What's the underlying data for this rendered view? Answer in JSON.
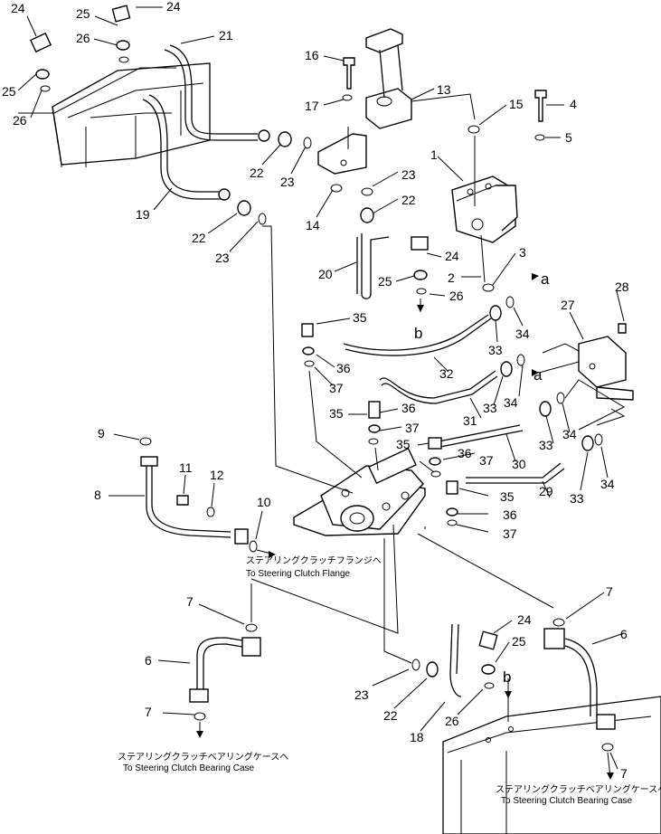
{
  "callouts": [
    {
      "text": "24"
    },
    {
      "text": "25"
    },
    {
      "text": "24"
    },
    {
      "text": "26"
    },
    {
      "text": "21"
    },
    {
      "text": "25"
    },
    {
      "text": "26"
    },
    {
      "text": "16"
    },
    {
      "text": "13"
    },
    {
      "text": "17"
    },
    {
      "text": "15"
    },
    {
      "text": "4"
    },
    {
      "text": "5"
    },
    {
      "text": "1"
    },
    {
      "text": "22"
    },
    {
      "text": "23"
    },
    {
      "text": "23"
    },
    {
      "text": "19"
    },
    {
      "text": "14"
    },
    {
      "text": "22"
    },
    {
      "text": "22"
    },
    {
      "text": "23"
    },
    {
      "text": "24"
    },
    {
      "text": "3"
    },
    {
      "text": "20"
    },
    {
      "text": "2"
    },
    {
      "text": "25"
    },
    {
      "text": "26"
    },
    {
      "text": "28"
    },
    {
      "text": "27"
    },
    {
      "text": "35"
    },
    {
      "text": "33"
    },
    {
      "text": "34"
    },
    {
      "text": "36"
    },
    {
      "text": "32"
    },
    {
      "text": "37"
    },
    {
      "text": "34"
    },
    {
      "text": "33"
    },
    {
      "text": "36"
    },
    {
      "text": "35"
    },
    {
      "text": "31"
    },
    {
      "text": "37"
    },
    {
      "text": "34"
    },
    {
      "text": "33"
    },
    {
      "text": "9"
    },
    {
      "text": "35"
    },
    {
      "text": "36"
    },
    {
      "text": "30"
    },
    {
      "text": "37"
    },
    {
      "text": "11"
    },
    {
      "text": "12"
    },
    {
      "text": "34"
    },
    {
      "text": "33"
    },
    {
      "text": "8"
    },
    {
      "text": "35"
    },
    {
      "text": "29"
    },
    {
      "text": "36"
    },
    {
      "text": "10"
    },
    {
      "text": "37"
    },
    {
      "text": "7"
    },
    {
      "text": "7"
    },
    {
      "text": "24"
    },
    {
      "text": "6"
    },
    {
      "text": "6"
    },
    {
      "text": "25"
    },
    {
      "text": "23"
    },
    {
      "text": "7"
    },
    {
      "text": "22"
    },
    {
      "text": "26"
    },
    {
      "text": "18"
    },
    {
      "text": "7"
    }
  ],
  "letters": [
    {
      "text": "a"
    },
    {
      "text": "b"
    },
    {
      "text": "a"
    },
    {
      "text": "b"
    }
  ],
  "notes": {
    "flange_jp": "ステアリングクラッチフランジへ",
    "flange_en": "To Steering Clutch Flange",
    "case_left_jp": "ステアリングクラッチベアリングケースへ",
    "case_left_en": "To Steering Clutch Bearing Case",
    "case_right_jp": "ステアリングクラッチベアリングケースへ",
    "case_right_en": "To Steering Clutch Bearing Case"
  }
}
